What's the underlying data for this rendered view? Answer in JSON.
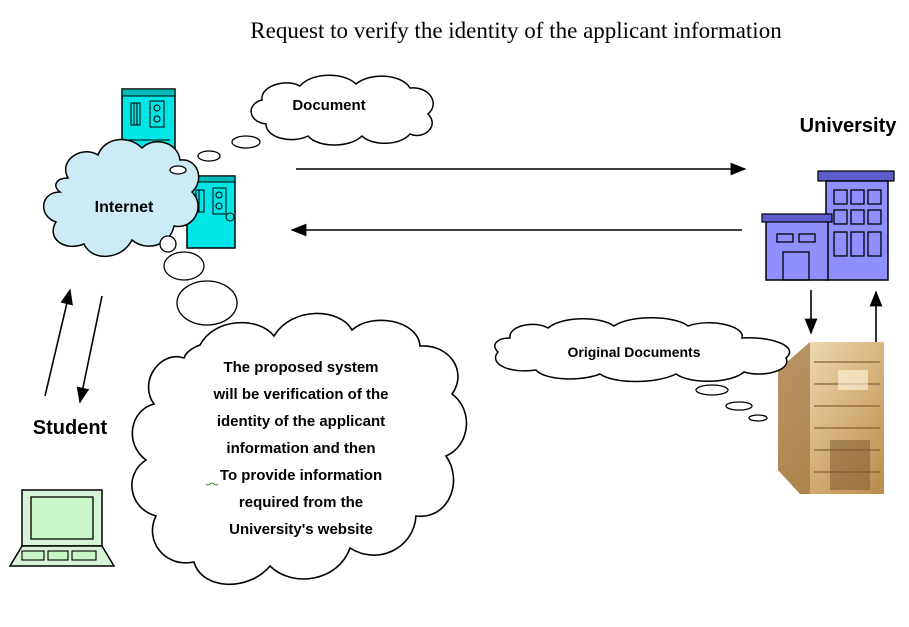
{
  "title": "Request to verify the identity of the applicant information",
  "labels": {
    "internet": "Internet",
    "document": "Document",
    "university": "University",
    "student": "Student",
    "original_documents": "Original Documents"
  },
  "proposed_system_lines": [
    "The proposed system",
    "will be verification of the",
    "identity of the applicant",
    "information and then",
    "To provide information",
    "required from the",
    "University's website"
  ],
  "colors": {
    "server": "#00e5e5",
    "building": "#8f8fff",
    "building_dark": "#5c5ccc",
    "computer_screen": "#c9f5c9",
    "internet_cloud": "#cdebf5",
    "stroke": "#000000"
  }
}
